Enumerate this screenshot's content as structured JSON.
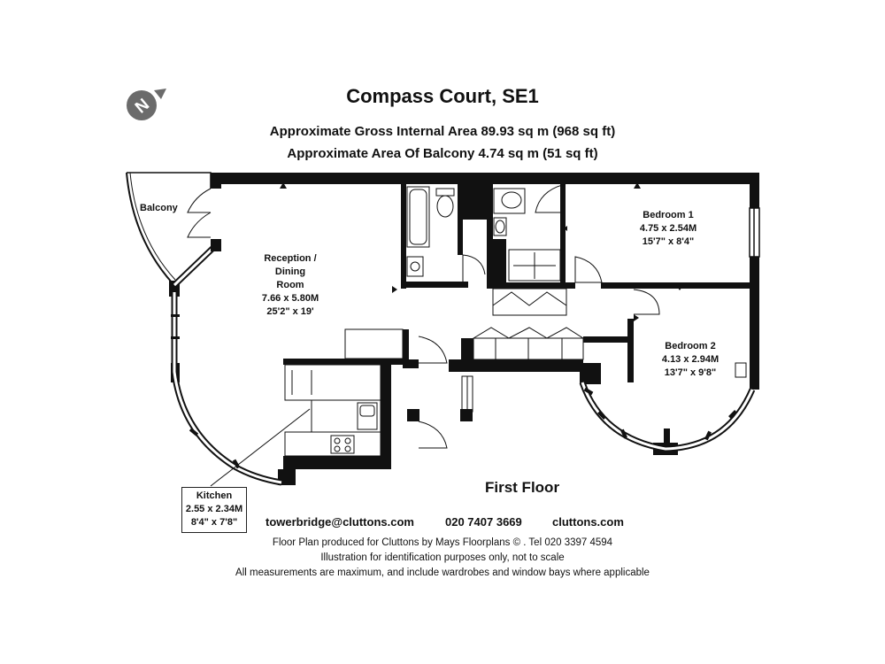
{
  "header": {
    "title": "Compass Court, SE1",
    "gross_internal_area": "Approximate Gross Internal Area  89.93 sq m  (968 sq ft)",
    "balcony_area": "Approximate Area Of Balcony  4.74 sq m  (51 sq ft)",
    "compass_letter": "N"
  },
  "rooms": {
    "balcony": "Balcony",
    "reception_line1": "Reception /",
    "reception_line2": "Dining",
    "reception_line3": "Room",
    "reception_metric": "7.66 x 5.80M",
    "reception_imperial": "25'2\" x 19'",
    "bedroom1_name": "Bedroom 1",
    "bedroom1_metric": "4.75 x 2.54M",
    "bedroom1_imperial": "15'7\" x 8'4\"",
    "bedroom2_name": "Bedroom 2",
    "bedroom2_metric": "4.13 x 2.94M",
    "bedroom2_imperial": "13'7\" x 9'8\"",
    "kitchen_name": "Kitchen",
    "kitchen_metric": "2.55 x 2.34M",
    "kitchen_imperial": "8'4\" x 7'8\""
  },
  "floor_label": "First Floor",
  "contact": {
    "email": "towerbridge@cluttons.com",
    "phone": "020 7407 3669",
    "website": "cluttons.com"
  },
  "footer": {
    "line1": "Floor Plan produced for Cluttons by Mays Floorplans  © . Tel 020 3397 4594",
    "line2": "Illustration for identification purposes only, not to scale",
    "line3": "All measurements are maximum, and include wardrobes and window bays where applicable"
  },
  "colors": {
    "wall": "#111111",
    "compass": "#6b6b6b"
  }
}
